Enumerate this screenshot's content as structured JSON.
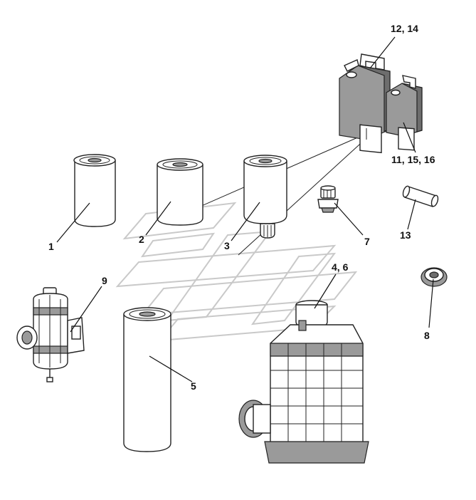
{
  "callouts": [
    {
      "id": "c1",
      "text": "1"
    },
    {
      "id": "c2",
      "text": "2"
    },
    {
      "id": "c3",
      "text": "3"
    },
    {
      "id": "c4",
      "text": "4, 6"
    },
    {
      "id": "c5",
      "text": "5"
    },
    {
      "id": "c7",
      "text": "7"
    },
    {
      "id": "c8",
      "text": "8"
    },
    {
      "id": "c9",
      "text": "9"
    },
    {
      "id": "c11",
      "text": "11, 15, 16"
    },
    {
      "id": "c12",
      "text": "12, 14"
    },
    {
      "id": "c13",
      "text": "13"
    }
  ],
  "colors": {
    "line": "#222222",
    "shade": "#9a9a9a",
    "shade_dark": "#6d6d6d",
    "watermark": "#c9c9c9"
  }
}
